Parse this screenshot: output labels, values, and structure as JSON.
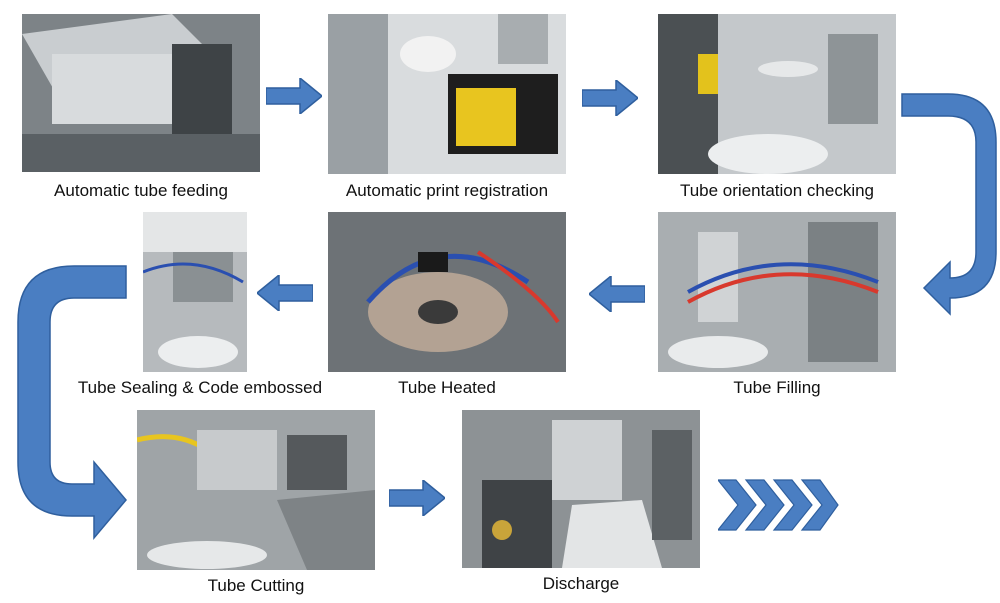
{
  "colors": {
    "arrow_fill": "#4a7ec2",
    "arrow_stroke": "#2f5f9e"
  },
  "steps": [
    {
      "caption": "Automatic tube feeding",
      "image": "machine-photo"
    },
    {
      "caption": "Automatic print registration",
      "image": "machine-photo"
    },
    {
      "caption": "Tube orientation checking",
      "image": "machine-photo"
    },
    {
      "caption": "Tube Filling",
      "image": "machine-photo"
    },
    {
      "caption": "Tube Heated",
      "image": "machine-photo"
    },
    {
      "caption": "Tube Sealing & Code embossed",
      "image": "machine-photo"
    },
    {
      "caption": "Tube Cutting",
      "image": "machine-photo"
    },
    {
      "caption": "Discharge",
      "image": "machine-photo"
    }
  ]
}
